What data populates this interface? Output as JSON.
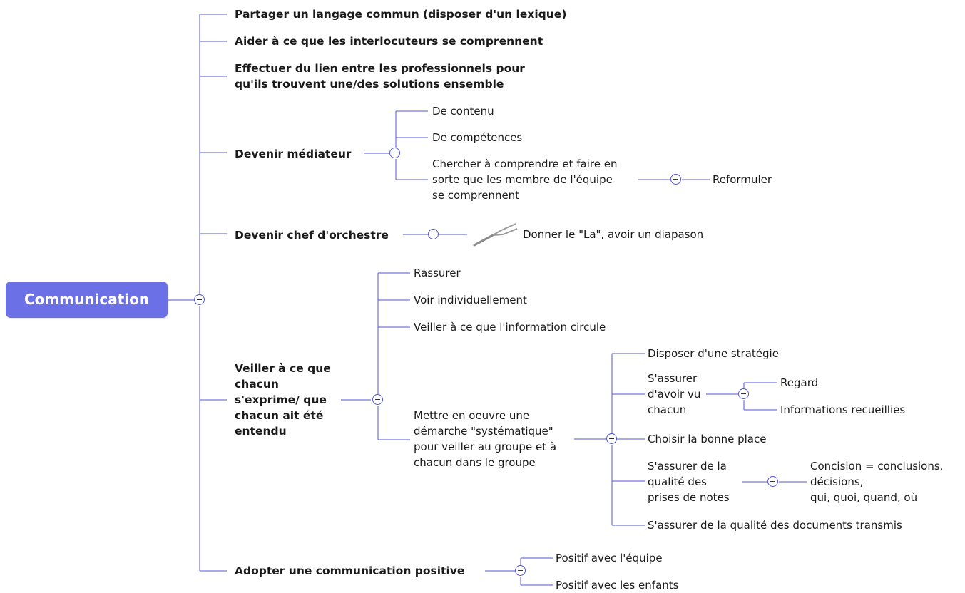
{
  "root": {
    "label": "Communication"
  },
  "branches": {
    "b1": "Partager un langage commun (disposer d'un lexique)",
    "b2": "Aider à ce que les interlocuteurs se comprennent",
    "b3": "Effectuer du lien entre les professionnels pour\nqu'ils trouvent une/des solutions ensemble",
    "b4": "Devenir médiateur",
    "b5": "Devenir chef d'orchestre",
    "b6": "Veiller à ce que\nchacun\ns'exprime/ que\nchacun ait été\nentendu",
    "b7": "Adopter une communication positive"
  },
  "mediateur": {
    "c1": "De contenu",
    "c2": "De compétences",
    "c3": "Chercher à comprendre et faire en\nsorte que les membre de l'équipe\nse comprennent",
    "c3_child": "Reformuler"
  },
  "orchestre": {
    "c1": "Donner le \"La\", avoir un diapason",
    "icon": "tuning-fork-icon"
  },
  "veiller": {
    "c1": "Rassurer",
    "c2": "Voir individuellement",
    "c3": "Veiller à ce que l'information circule",
    "c4": "Mettre en oeuvre une\ndémarche \"systématique\"\npour veiller au groupe et à\nchacun dans le groupe",
    "demarche": {
      "d1": "Disposer d'une stratégie",
      "d2": "S'assurer\nd'avoir vu\nchacun",
      "d2_children": [
        "Regard",
        "Informations recueillies"
      ],
      "d3": "Choisir la bonne place",
      "d4": "S'assurer de la\nqualité des\nprises de notes",
      "d4_child": "Concision = conclusions,\ndécisions,\nqui, quoi, quand, où",
      "d5": "S'assurer de la qualité des documents transmis"
    }
  },
  "positive": {
    "c1": "Positif avec l'équipe",
    "c2": "Positif avec les enfants"
  },
  "colors": {
    "line": "#5055d8",
    "root_fill": "#6b70e6",
    "root_text": "#ffffff"
  }
}
